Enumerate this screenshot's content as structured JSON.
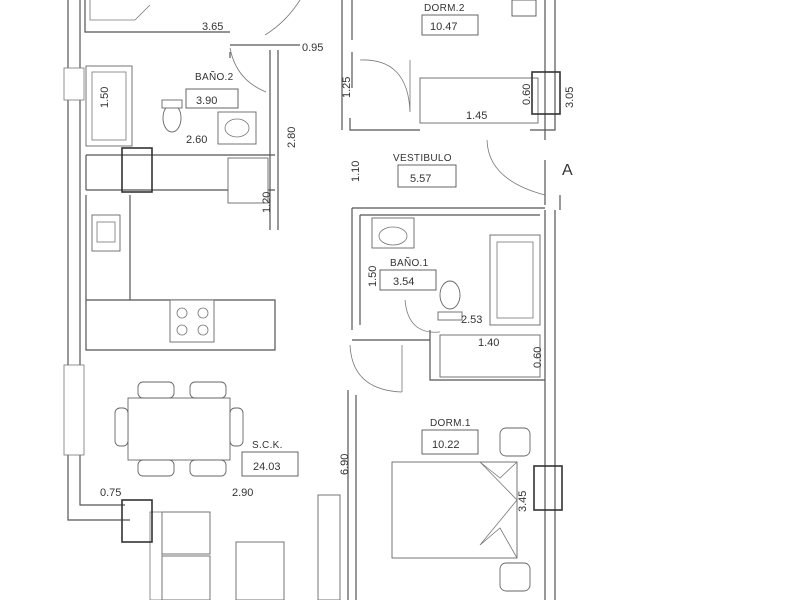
{
  "rooms": {
    "dorm2": {
      "name": "DORM.2",
      "area": "10.47"
    },
    "bano2": {
      "name": "BAÑO.2",
      "area": "3.90"
    },
    "vestibulo": {
      "name": "VESTIBULO",
      "area": "5.57"
    },
    "bano1": {
      "name": "BAÑO.1",
      "area": "3.54"
    },
    "dorm1": {
      "name": "DORM.1",
      "area": "10.22"
    },
    "sck": {
      "name": "S.C.K.",
      "area": "24.03"
    }
  },
  "dimensions": {
    "d365": "3.65",
    "d095": "0.95",
    "d125": "1.25",
    "d060_top": "0.60",
    "d305": "3.05",
    "d145": "1.45",
    "d150_left": "1.50",
    "d260": "2.60",
    "d280": "2.80",
    "d110": "1.10",
    "d120": "1.20",
    "d150_bath": "1.50",
    "d253": "2.53",
    "d140": "1.40",
    "d060_mid": "0.60",
    "d690": "6.90",
    "d345": "3.45",
    "d075": "0.75",
    "d290": "2.90"
  },
  "markers": {
    "section": "A"
  }
}
